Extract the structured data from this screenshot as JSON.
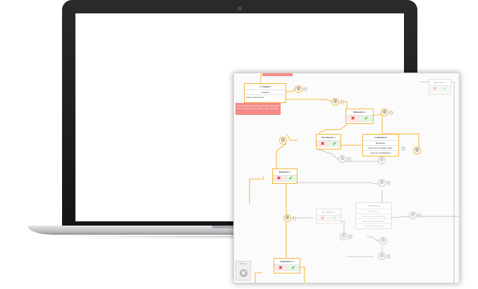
{
  "laptop": {
    "screen": "blank"
  },
  "workflow": {
    "alert_text": "Si un modèle ne possède qu'une seule étape pour une résolution (conflits, cadre de ROT)",
    "trash_label": "Fermer",
    "nodes": {
      "creation": {
        "title": "1. Création",
        "row1": "Création",
        "row2": "Créer le Document"
      },
      "redaction_1": {
        "title": "Rédaction 1"
      },
      "redaction_top": {
        "title": "Rédaction 1"
      },
      "ras_dernier_1": {
        "title": "Ras Dernier 1"
      },
      "redaction_2": {
        "title": "2. Rédaction",
        "row1": "Rédaction",
        "row2": "Renvoyer à l'étape prédé",
        "row3": "Terminer la Rédaction"
      },
      "relecture_1": {
        "title": "Relecture 1"
      },
      "faded_ras": {
        "title": "Ras Dernier 1"
      },
      "faded_redaction": {
        "title": "2. Rédaction",
        "row1": "Rédaction",
        "row2": "Renvoyer à l'étape prédé",
        "row3": "Relecture la Rédaction",
        "row4": "Terminer la Rédaction"
      },
      "verification_1": {
        "title": "Vérification 1"
      }
    },
    "icons": {
      "reject": "✖",
      "approve": "✔",
      "connector": "⚙",
      "refresh": "↻",
      "delete": "✖"
    }
  }
}
